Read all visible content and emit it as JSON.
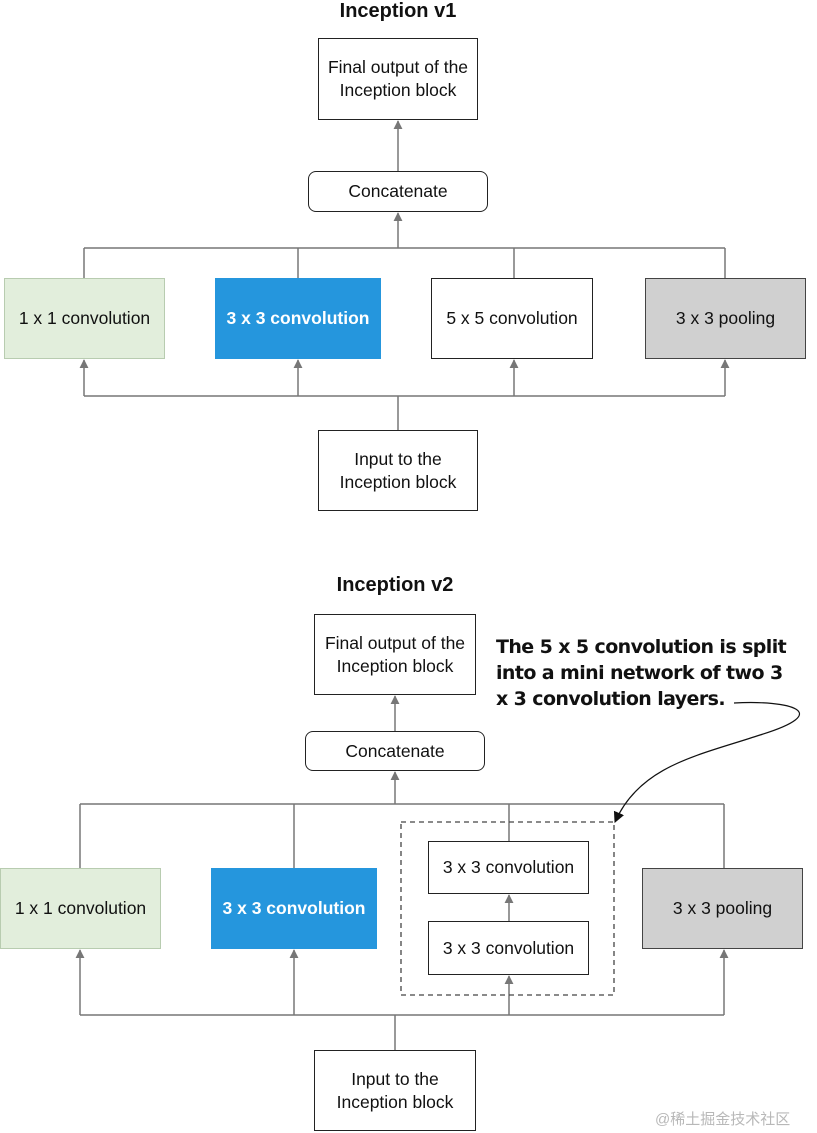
{
  "v1": {
    "title": "Inception v1",
    "output": "Final output of the Inception block",
    "concat": "Concatenate",
    "conv1": "1 x 1 convolution",
    "conv3": "3 x 3 convolution",
    "conv5": "5 x 5 convolution",
    "pool": "3 x 3 pooling",
    "input": "Input to the Inception block"
  },
  "v2": {
    "title": "Inception v2",
    "output": "Final output of the Inception block",
    "concat": "Concatenate",
    "conv1": "1 x 1 convolution",
    "conv3": "3 x 3 convolution",
    "mini_top": "3 x 3 convolution",
    "mini_bottom": "3 x 3 convolution",
    "pool": "3 x 3 pooling",
    "input": "Input to the Inception block",
    "annotation": "The 5 x 5 convolution is split into a mini network of two 3 x 3 convolution layers."
  },
  "watermark": "@稀土掘金技术社区",
  "colors": {
    "conv1_fill": "#e2eedc",
    "conv3_fill": "#2596dd",
    "pool_fill": "#d0d0d0",
    "line": "#777777"
  }
}
